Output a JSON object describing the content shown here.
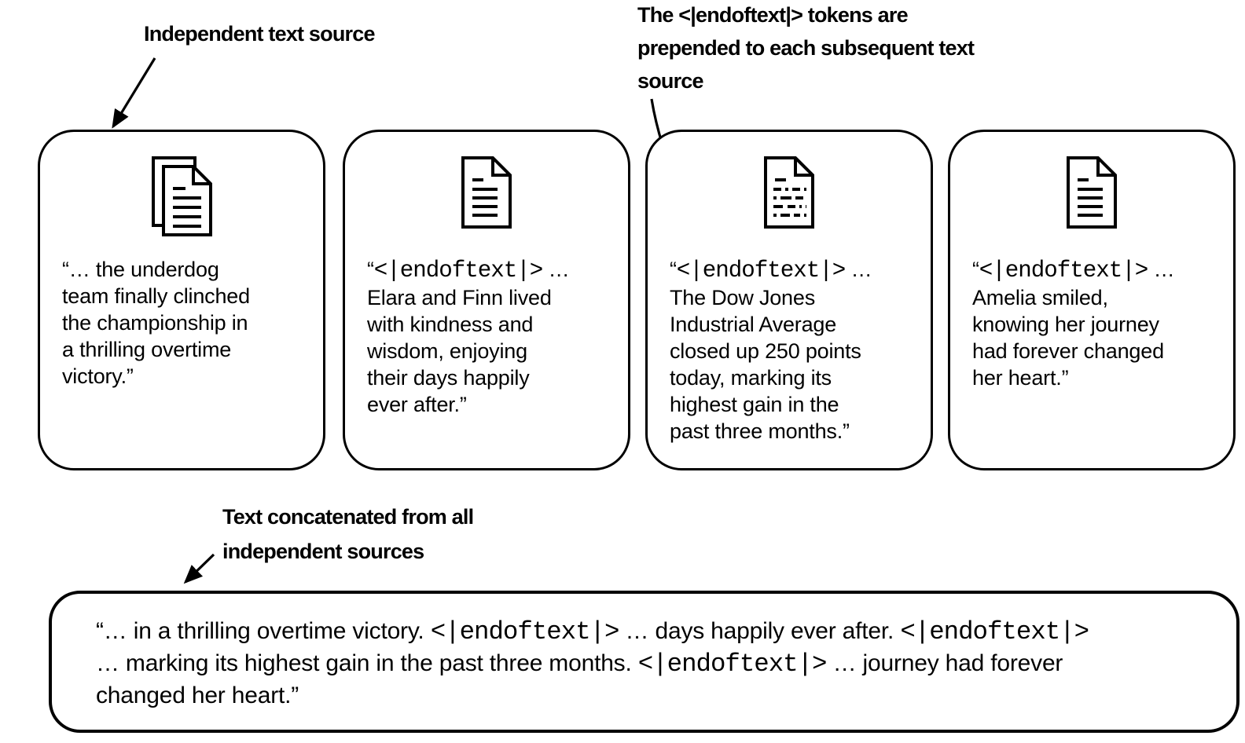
{
  "diagram": {
    "background_color": "#ffffff",
    "stroke_color": "#000000"
  },
  "annotations": {
    "independent_source": {
      "lines": [
        "Independent text source"
      ]
    },
    "endoftext_prepended": {
      "lines": [
        "The <|endoftext|> tokens are",
        "prepended to each subsequent text",
        "source"
      ]
    },
    "concatenated": {
      "lines": [
        "Text concatenated from all",
        "independent sources"
      ]
    }
  },
  "cards": [
    {
      "icon": "document-stack-icon",
      "segments": [
        {
          "text": "“… the underdog"
        },
        {
          "br": true
        },
        {
          "text": "team finally clinched"
        },
        {
          "br": true
        },
        {
          "text": "the championship in"
        },
        {
          "br": true
        },
        {
          "text": "a thrilling overtime"
        },
        {
          "br": true
        },
        {
          "text": "victory.”"
        }
      ]
    },
    {
      "icon": "document-icon",
      "segments": [
        {
          "text": "“"
        },
        {
          "text": "<|endoftext|>",
          "mono": true
        },
        {
          "text": " …"
        },
        {
          "br": true
        },
        {
          "text": "Elara and Finn lived"
        },
        {
          "br": true
        },
        {
          "text": "with kindness and"
        },
        {
          "br": true
        },
        {
          "text": "wisdom, enjoying"
        },
        {
          "br": true
        },
        {
          "text": "their days happily"
        },
        {
          "br": true
        },
        {
          "text": "ever after.”"
        }
      ]
    },
    {
      "icon": "document-dashed-icon",
      "segments": [
        {
          "text": "“"
        },
        {
          "text": "<|endoftext|>",
          "mono": true
        },
        {
          "text": " …"
        },
        {
          "br": true
        },
        {
          "text": "The Dow Jones"
        },
        {
          "br": true
        },
        {
          "text": "Industrial Average"
        },
        {
          "br": true
        },
        {
          "text": "closed up 250 points"
        },
        {
          "br": true
        },
        {
          "text": "today, marking its"
        },
        {
          "br": true
        },
        {
          "text": "highest gain in the"
        },
        {
          "br": true
        },
        {
          "text": "past three months.”"
        }
      ]
    },
    {
      "icon": "document-icon",
      "segments": [
        {
          "text": "“"
        },
        {
          "text": "<|endoftext|>",
          "mono": true
        },
        {
          "text": " …"
        },
        {
          "br": true
        },
        {
          "text": "Amelia smiled,"
        },
        {
          "br": true
        },
        {
          "text": "knowing her journey"
        },
        {
          "br": true
        },
        {
          "text": "had forever changed"
        },
        {
          "br": true
        },
        {
          "text": "her heart.”"
        }
      ]
    }
  ],
  "concatenated_box": {
    "segments": [
      {
        "text": "“… in a thrilling overtime victory. "
      },
      {
        "text": "<|endoftext|>",
        "mono": true
      },
      {
        "text": " … days happily ever after. "
      },
      {
        "text": "<|endoftext|>",
        "mono": true
      },
      {
        "br": true
      },
      {
        "text": "… marking its highest gain in the past three months. "
      },
      {
        "text": "<|endoftext|>",
        "mono": true
      },
      {
        "text": " … journey had forever"
      },
      {
        "br": true
      },
      {
        "text": "changed her heart.”"
      }
    ]
  }
}
